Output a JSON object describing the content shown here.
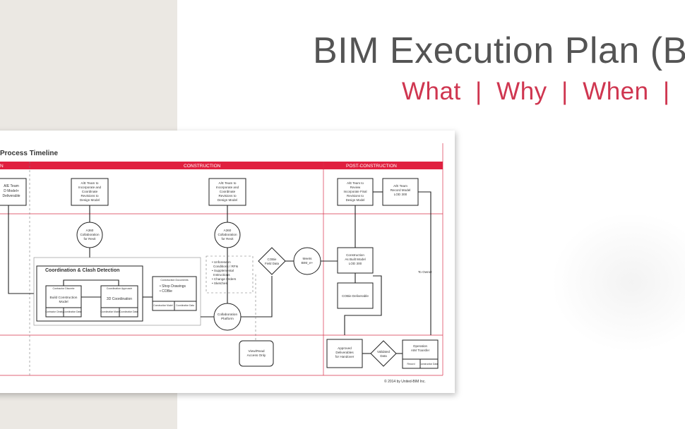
{
  "slide": {
    "title": "BIM Execution Plan (B",
    "subtitle": "What  |  Why  |  When  |  I"
  },
  "diagram": {
    "heading": "Process Timeline",
    "phases": [
      "N",
      "CONSTRUCTION",
      "POST-CONSTRUCTION"
    ],
    "nodes": {
      "ae_team_left": [
        "A/E Team",
        "D Model+",
        "Deliverable"
      ],
      "ae_team_incorporate_1": [
        "A/E Team to",
        "Incorporate and",
        "Coordinate",
        "Revisions to",
        "Design Model"
      ],
      "a360_collab_1": [
        "A360",
        "Collaboration",
        "for Revit"
      ],
      "coord_heading": "Coordination & Clash Detection",
      "contractor_1": [
        "Contractor Discrete",
        "Build Construction",
        "Model"
      ],
      "contractor_1_sub": [
        "Contractor Clearly",
        "Coordination Data"
      ],
      "contractor_2": [
        "Coordination Approach",
        "3D Coordination"
      ],
      "contractor_2_sub": [
        "Coordination Model",
        "Coordination Data"
      ],
      "construction_docs": [
        "Construction Documents",
        "• Shop Drawings",
        "• COBie"
      ],
      "construction_docs_sub": [
        "Construction Model",
        "Coordination Data"
      ],
      "ae_team_incorporate_2": [
        "A/E Team to",
        "Incorporate and",
        "Coordinate",
        "Revisions to",
        "Design Model"
      ],
      "a360_collab_2": [
        "A360",
        "Collaboration",
        "for Revit"
      ],
      "unforeseen": [
        "• Unforeseen",
        "Conditions / RFIs",
        "• Supplemental",
        "Instructions",
        "• Change Orders",
        "• Sketches"
      ],
      "cobie_field": [
        "COBie",
        "Field Data"
      ],
      "meets_bim": [
        "Meets",
        "BIM_e+"
      ],
      "collab_platform": [
        "Collaboration",
        "Platform"
      ],
      "view_read": [
        "View/Read",
        "Access Only"
      ],
      "ae_team_review": [
        "A/E Team to",
        "Review",
        "Incorporate Final",
        "Revisions to",
        "Design Model"
      ],
      "ae_team_record": [
        "A/E Team",
        "Record Model",
        "LOD 300"
      ],
      "construction_asbuilt": [
        "Construction",
        "As Built Model",
        "LOD 300"
      ],
      "cobie_deliverable": "COBie Deliverable",
      "to_owner": "To Owner",
      "approved": [
        "Approved",
        "Deliverables",
        "for Handover"
      ],
      "validated": [
        "Validated",
        "Data"
      ],
      "operation": [
        "Operation",
        "AIM Transfer"
      ],
      "operation_sub": [
        "Record",
        "Construction Data"
      ]
    },
    "copyright": "© 2014 by United-BIM Inc."
  },
  "colors": {
    "accent": "#cf3650",
    "title": "#545454",
    "panel": "#ebe8e3",
    "phase_bar": "#e0203f"
  }
}
